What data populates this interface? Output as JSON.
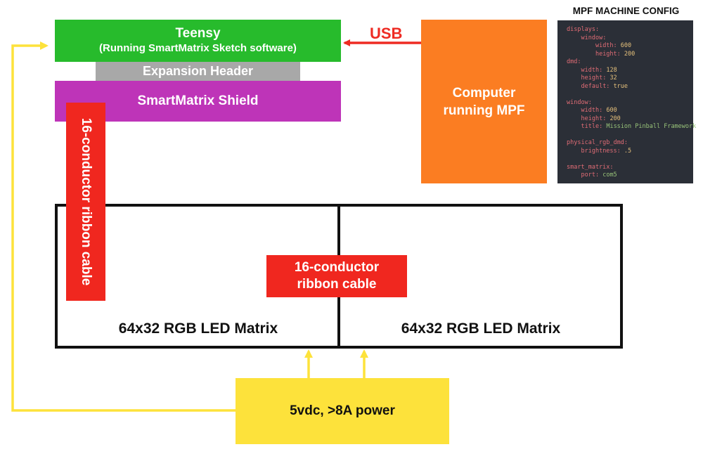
{
  "teensy": {
    "title": "Teensy",
    "subtitle": "(Running SmartMatrix Sketch software)"
  },
  "expansion_header": {
    "label": "Expansion Header"
  },
  "smartmatrix_shield": {
    "label": "SmartMatrix Shield"
  },
  "computer": {
    "line1": "Computer",
    "line2": "running MPF"
  },
  "usb": {
    "label": "USB"
  },
  "ribbon_cable_vertical": {
    "label": "16-conductor ribbon cable"
  },
  "ribbon_cable_horizontal": {
    "line1": "16-conductor",
    "line2": "ribbon cable"
  },
  "led_matrices": [
    {
      "label": "64x32 RGB LED Matrix"
    },
    {
      "label": "64x32 RGB LED Matrix"
    }
  ],
  "power": {
    "label": "5vdc, >8A power"
  },
  "config": {
    "title": "MPF MACHINE CONFIG",
    "lines": [
      {
        "indent": "",
        "key": "displays:",
        "value": "",
        "type": ""
      },
      {
        "indent": "    ",
        "key": "window:",
        "value": "",
        "type": ""
      },
      {
        "indent": "        ",
        "key": "width:",
        "value": "600",
        "type": "n"
      },
      {
        "indent": "        ",
        "key": "height:",
        "value": "200",
        "type": "n"
      },
      {
        "indent": "",
        "key": "dmd:",
        "value": "",
        "type": ""
      },
      {
        "indent": "    ",
        "key": "width:",
        "value": "128",
        "type": "n"
      },
      {
        "indent": "    ",
        "key": "height:",
        "value": "32",
        "type": "n"
      },
      {
        "indent": "    ",
        "key": "default:",
        "value": "true",
        "type": "n"
      },
      {
        "indent": "",
        "key": "",
        "value": "",
        "type": ""
      },
      {
        "indent": "",
        "key": "window:",
        "value": "",
        "type": ""
      },
      {
        "indent": "    ",
        "key": "width:",
        "value": "600",
        "type": "n"
      },
      {
        "indent": "    ",
        "key": "height:",
        "value": "200",
        "type": "n"
      },
      {
        "indent": "    ",
        "key": "title:",
        "value": "Mission Pinball Framework",
        "type": "s"
      },
      {
        "indent": "",
        "key": "",
        "value": "",
        "type": ""
      },
      {
        "indent": "",
        "key": "physical_rgb_dmd:",
        "value": "",
        "type": ""
      },
      {
        "indent": "    ",
        "key": "brightness:",
        "value": ".5",
        "type": "n"
      },
      {
        "indent": "",
        "key": "",
        "value": "",
        "type": ""
      },
      {
        "indent": "",
        "key": "smart_matrix:",
        "value": "",
        "type": ""
      },
      {
        "indent": "    ",
        "key": "port:",
        "value": "com5",
        "type": "s"
      }
    ]
  },
  "colors": {
    "teensy": "#27bb2c",
    "expansion_header": "#a8a8a8",
    "shield": "#be34b8",
    "computer": "#fb7d22",
    "ribbon": "#f0271f",
    "usb_arrow": "#ee2b23",
    "power": "#fde23b",
    "power_wire": "#fde23b",
    "config_bg": "#2b2f37"
  }
}
